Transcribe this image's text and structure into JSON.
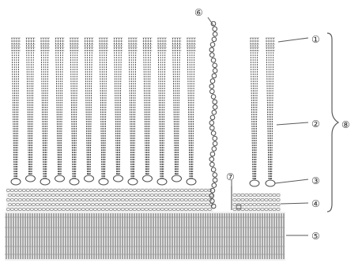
{
  "colors": {
    "background": "#ffffff",
    "ink": "#4a4a4a",
    "light_ink": "#8a8a8a",
    "hatch": "#6a6a6a"
  },
  "structures": {
    "hair_bundles": {
      "left_group_count": 13,
      "right_group_count": 2
    },
    "bead_chain": {
      "count": 36
    }
  },
  "callouts": [
    {
      "id": "callout-1",
      "label": "①"
    },
    {
      "id": "callout-2",
      "label": "②"
    },
    {
      "id": "callout-3",
      "label": "③"
    },
    {
      "id": "callout-4",
      "label": "④"
    },
    {
      "id": "callout-5",
      "label": "⑤"
    },
    {
      "id": "callout-6",
      "label": "⑥"
    },
    {
      "id": "callout-7",
      "label": "⑦"
    },
    {
      "id": "callout-8",
      "label": "⑧"
    }
  ]
}
